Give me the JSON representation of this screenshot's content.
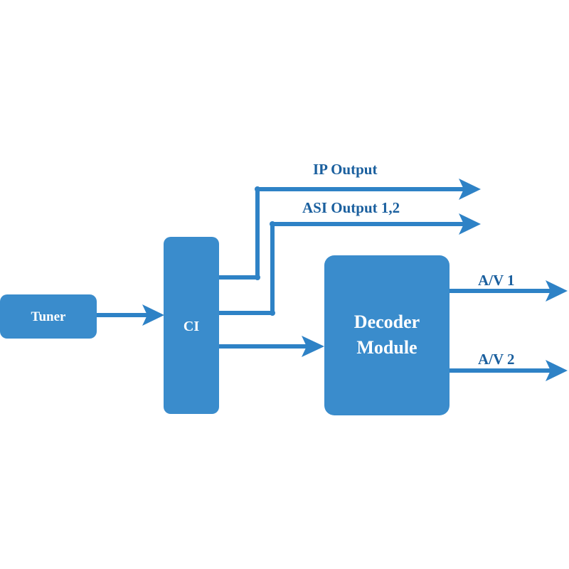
{
  "colors": {
    "block_fill": "#3a8ccc",
    "line": "#2e82c6",
    "label": "#1a5f9e"
  },
  "blocks": {
    "tuner": "Tuner",
    "ci": "CI",
    "decoder_line1": "Decoder",
    "decoder_line2": "Module"
  },
  "outputs": {
    "ip": "IP Output",
    "asi": "ASI Output 1,2",
    "av1": "A/V 1",
    "av2": "A/V 2"
  }
}
